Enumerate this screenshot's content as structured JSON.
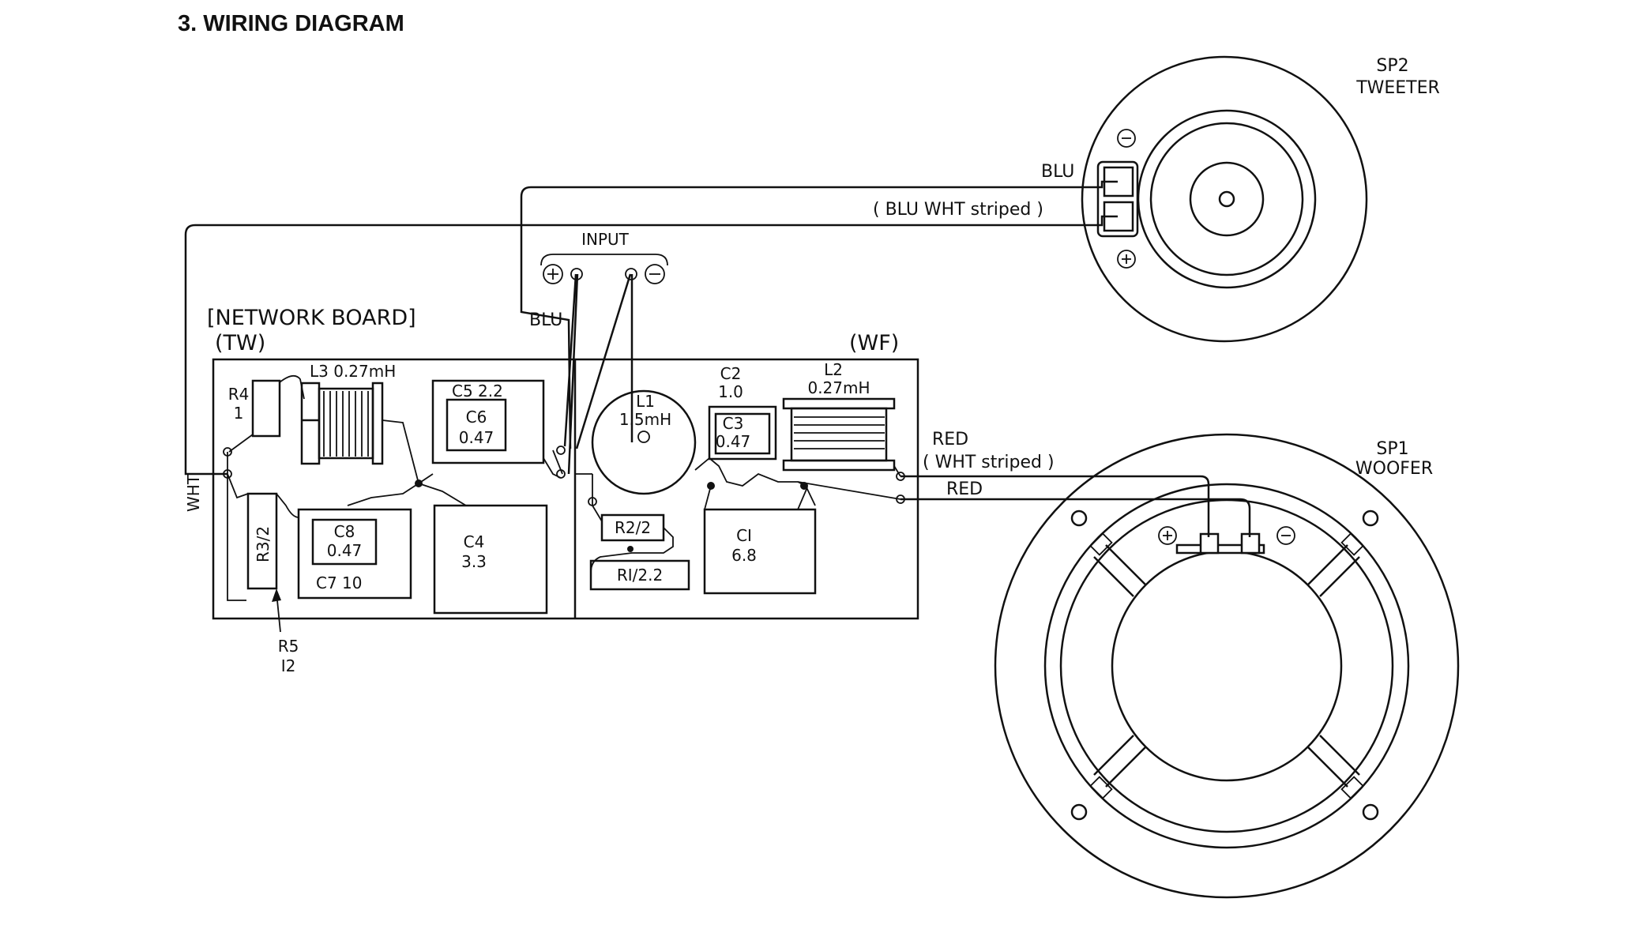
{
  "title": "3. WIRING DIAGRAM",
  "tweeter": {
    "name": "SP2",
    "type": "TWEETER"
  },
  "woofer": {
    "name": "SP1",
    "type": "WOOFER"
  },
  "wires": {
    "blu_top": "BLU",
    "blu_wht": "( BLU  WHT striped )",
    "input": "INPUT",
    "blu_side": "BLU",
    "wht": "WHT",
    "red_wht": "( WHT striped )",
    "red_top": "RED",
    "red_bottom": "RED"
  },
  "board": {
    "title": "[NETWORK BOARD]",
    "tw": "(TW)",
    "wf": "(WF)"
  },
  "components": {
    "r4": [
      "R4",
      "1"
    ],
    "l3": "L3  0.27mH",
    "c5": "C5   2.2",
    "c6": [
      "C6",
      "0.47"
    ],
    "l1": [
      "L1",
      "1.5mH"
    ],
    "c2": [
      "C2",
      "1.0"
    ],
    "c3": [
      "C3",
      "0.47"
    ],
    "l2": [
      "L2",
      "0.27mH"
    ],
    "r3": "R3/2",
    "c8": [
      "C8",
      "0.47"
    ],
    "c7": "C7  10",
    "c4": [
      "C4",
      "3.3"
    ],
    "r2": "R2/2",
    "r1": "RI/2.2",
    "c1": [
      "CI",
      "6.8"
    ],
    "r5": [
      "R5",
      "I2"
    ]
  }
}
